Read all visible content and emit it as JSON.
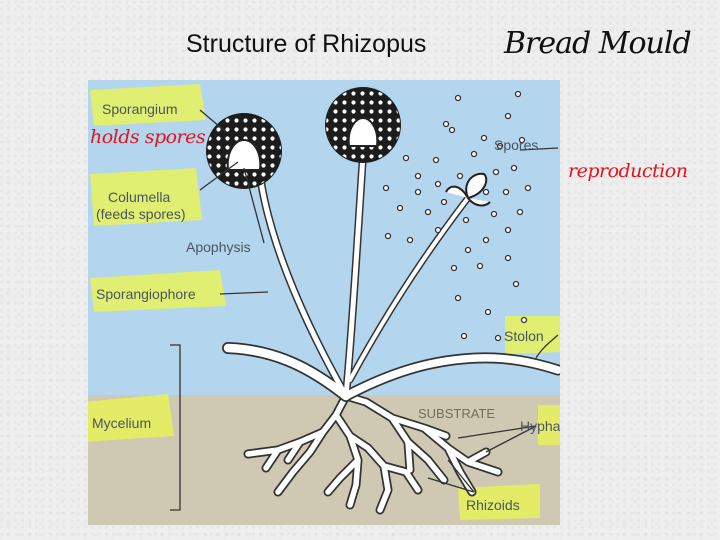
{
  "title": "Structure of Rhizopus",
  "handwritten": {
    "title_note": "Bread Mould",
    "sporangium_note": "holds spores",
    "spores_note": "reproduction"
  },
  "labels": {
    "sporangium": "Sporangium",
    "columella_1": "Columella",
    "columella_2": "(feeds spores)",
    "apophysis": "Apophysis",
    "sporangiophore": "Sporangiophore",
    "mycelium": "Mycelium",
    "spores": "Spores",
    "stolon": "Stolon",
    "substrate": "SUBSTRATE",
    "hypha": "Hypha",
    "rhizoids": "Rhizoids"
  },
  "colors": {
    "sky": "#b4d5ee",
    "substrate": "#cfc8b3",
    "highlighter": "#e8f25a",
    "handwriting_red": "#e0141c"
  }
}
